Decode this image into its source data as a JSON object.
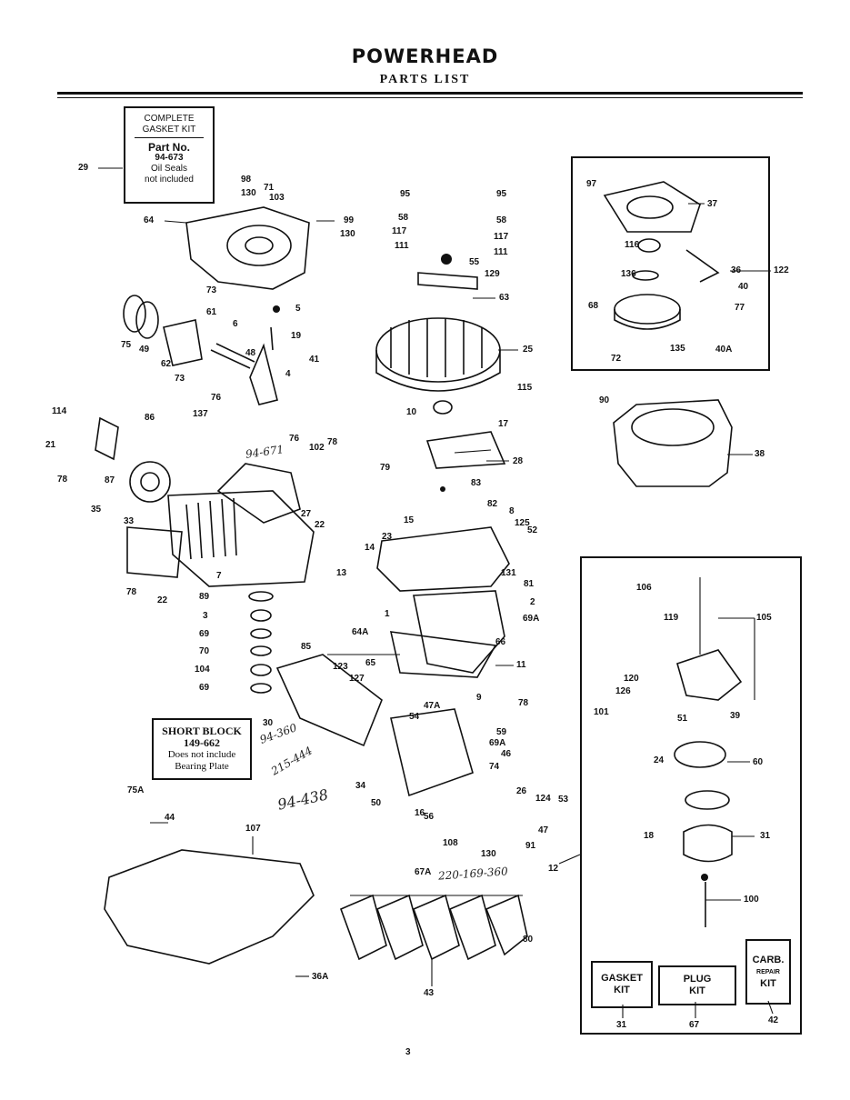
{
  "header": {
    "title": "POWERHEAD",
    "subtitle": "PARTS LIST"
  },
  "gasket_kit_box": {
    "line1": "COMPLETE",
    "line2": "GASKET KIT",
    "part_label": "Part No.",
    "part_number": "94-673",
    "note1": "Oil Seals",
    "note2": "not included"
  },
  "short_block_box": {
    "line1": "SHORT BLOCK",
    "line2": "149-662",
    "line3": "Does not include",
    "line4": "Bearing Plate"
  },
  "kits": {
    "gasket": "GASKET KIT",
    "plug": "PLUG KIT",
    "carb_top": "CARB.",
    "carb_mid": "REPAIR",
    "carb_bottom": "KIT"
  },
  "handwritten": {
    "n1": "94-671",
    "n2": "94-360",
    "n3": "215-444",
    "n4": "94-438",
    "n5": "220-169-360"
  },
  "callouts": [
    "29",
    "98",
    "130",
    "71",
    "103",
    "64",
    "99",
    "130",
    "73",
    "61",
    "5",
    "6",
    "19",
    "48",
    "41",
    "75",
    "49",
    "62",
    "73",
    "76",
    "4",
    "76",
    "114",
    "86",
    "137",
    "102",
    "78",
    "21",
    "87",
    "35",
    "33",
    "78",
    "22",
    "7",
    "22",
    "78",
    "27",
    "89",
    "3",
    "69",
    "70",
    "104",
    "69",
    "85",
    "123",
    "127",
    "65",
    "30",
    "54",
    "47A",
    "59",
    "69A",
    "46",
    "74",
    "34",
    "50",
    "16",
    "56",
    "26",
    "124",
    "53",
    "47",
    "108",
    "130",
    "91",
    "75A",
    "44",
    "107",
    "36A",
    "67A",
    "80",
    "43",
    "95",
    "95",
    "58",
    "58",
    "117",
    "117",
    "111",
    "111",
    "55",
    "129",
    "63",
    "25",
    "10",
    "115",
    "17",
    "28",
    "79",
    "83",
    "82",
    "8",
    "15",
    "125",
    "52",
    "23",
    "14",
    "13",
    "131",
    "81",
    "2",
    "1",
    "69A",
    "66",
    "64A",
    "11",
    "9",
    "78",
    "97",
    "37",
    "116",
    "36",
    "122",
    "136",
    "40",
    "68",
    "77",
    "135",
    "40A",
    "72",
    "90",
    "38",
    "106",
    "105",
    "119",
    "120",
    "126",
    "101",
    "51",
    "39",
    "24",
    "60",
    "18",
    "31",
    "100",
    "12",
    "31",
    "67",
    "42"
  ],
  "page_number": "3"
}
